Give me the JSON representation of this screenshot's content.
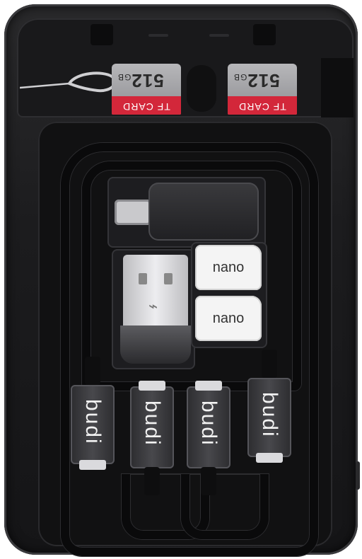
{
  "tf_cards": [
    {
      "capacity": "512",
      "unit": "GB",
      "label": "TF CARD"
    },
    {
      "capacity": "512",
      "unit": "GB",
      "label": "TF CARD"
    }
  ],
  "sim_adapters": [
    {
      "label": "nano"
    },
    {
      "label": "nano"
    }
  ],
  "connectors": [
    {
      "brand": "budi"
    },
    {
      "brand": "budi"
    },
    {
      "brand": "budi"
    },
    {
      "brand": "budi"
    }
  ],
  "colors": {
    "case": "#1c1c1e",
    "card_stripe": "#d3273a",
    "sim_adapter": "#f4f4f4"
  }
}
